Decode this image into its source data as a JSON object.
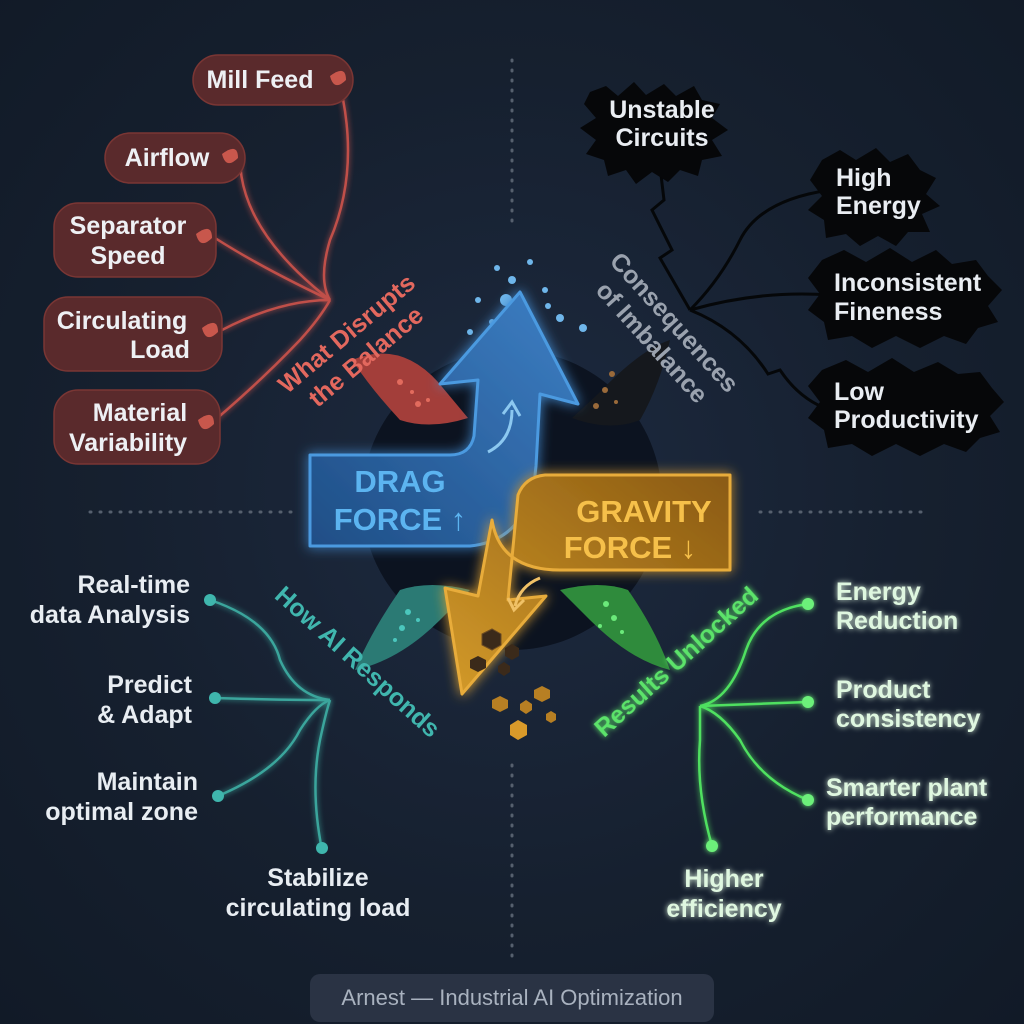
{
  "center": {
    "drag": {
      "line1": "DRAG",
      "line2": "FORCE ↑"
    },
    "gravity": {
      "line1": "GRAVITY",
      "line2": "FORCE ↓"
    }
  },
  "sections": {
    "disrupts": {
      "line1": "What Disrupts",
      "line2": "the Balance"
    },
    "consequences": {
      "line1": "Consequences",
      "line2": "of Imbalance"
    },
    "ai": {
      "line1": "How AI Responds"
    },
    "results": {
      "line1": "Results Unlocked"
    }
  },
  "disrupts_items": [
    {
      "line1": "Mill Feed"
    },
    {
      "line1": "Airflow"
    },
    {
      "line1": "Separator",
      "line2": "Speed"
    },
    {
      "line1": "Circulating",
      "line2": "Load"
    },
    {
      "line1": "Material",
      "line2": "Variability"
    }
  ],
  "consequence_items": [
    {
      "line1": "Unstable",
      "line2": "Circuits"
    },
    {
      "line1": "High",
      "line2": "Energy"
    },
    {
      "line1": "Inconsistent",
      "line2": "Fineness"
    },
    {
      "line1": "Low",
      "line2": "Productivity"
    }
  ],
  "ai_items": [
    {
      "line1": "Real-time",
      "line2": "data Analysis"
    },
    {
      "line1": "Predict",
      "line2": "& Adapt"
    },
    {
      "line1": "Maintain",
      "line2": "optimal zone"
    },
    {
      "line1": "Stabilize",
      "line2": "circulating load"
    }
  ],
  "result_items": [
    {
      "line1": "Energy",
      "line2": "Reduction"
    },
    {
      "line1": "Product",
      "line2": "consistency"
    },
    {
      "line1": "Smarter plant",
      "line2": "performance"
    },
    {
      "line1": "Higher",
      "line2": "efficiency"
    }
  ],
  "footer": {
    "label": "Arnest — Industrial AI Optimization"
  },
  "colors": {
    "red": "#c0504a",
    "teal": "#3aa59c",
    "green": "#4fe060",
    "blue": "#3f86c9",
    "gold": "#d79a25"
  }
}
